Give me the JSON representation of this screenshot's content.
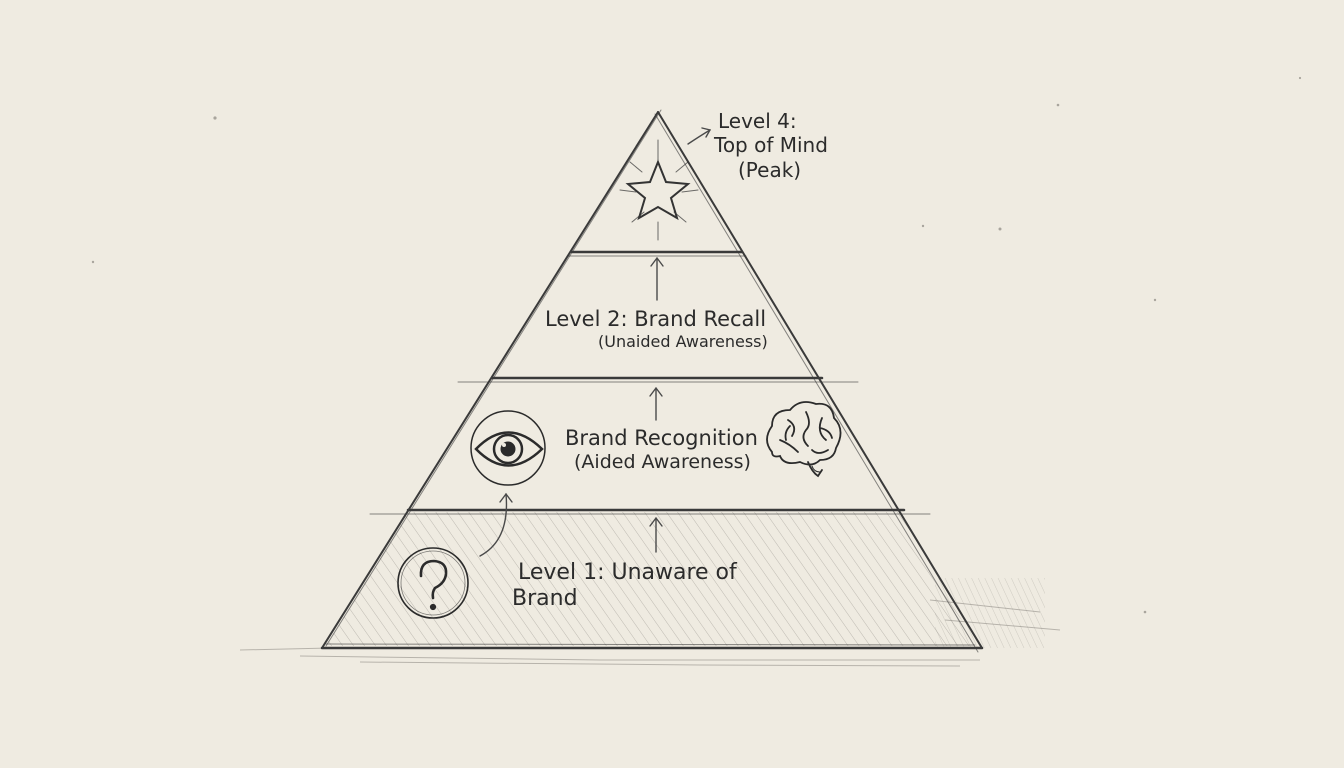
{
  "diagram": {
    "levels": [
      {
        "id": "level4",
        "title": "Level 4:",
        "title2": "Top of Mind",
        "subtitle": "(Peak)",
        "icon": "star-icon"
      },
      {
        "id": "level2",
        "title": "Level 2: Brand Recall",
        "subtitle": "(Unaided Awareness)"
      },
      {
        "id": "level3",
        "title": "Brand Recognition",
        "subtitle": "(Aided Awareness)",
        "icons": [
          "eye-icon",
          "brain-icon"
        ]
      },
      {
        "id": "level1",
        "title": "Level 1: Unaware of",
        "title2": "Brand",
        "icon": "question-mark-icon"
      }
    ],
    "colors": {
      "background": "#efebe1",
      "ink": "#2b2b2b",
      "pencil": "#4a4a4a",
      "shade": "#8a8680"
    }
  }
}
